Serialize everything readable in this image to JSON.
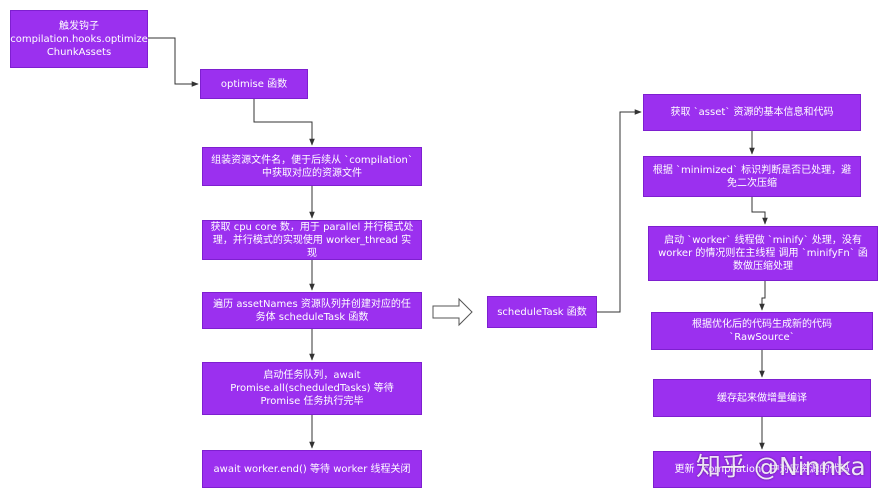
{
  "nodes": {
    "trigger": "触发钩子\ncompilation.hooks.optimize\nChunkAssets",
    "optimise": "optimise 函数",
    "assemble": "组装资源文件名，便于后续从 `compilation` 中获取对应的资源文件",
    "cpu": "获取 cpu core 数，用于 parallel 并行模式处理，并行模式的实现使用 worker_thread 实现",
    "traverse": "遍历 assetNames 资源队列并创建对应的任务体 scheduleTask 函数",
    "start_queue": "启动任务队列，await Promise.all(scheduledTasks) 等待 Promise 任务执行完毕",
    "worker_end": "await worker.end() 等待 worker 线程关闭",
    "schedule_task": "scheduleTask 函数",
    "get_info": "获取 `asset` 资源的基本信息和代码",
    "minimized": "根据 `minimized` 标识判断是否已处理，避免二次压缩",
    "start_worker": "启动 `worker` 线程做 `minify` 处理，没有 worker 的情况则在主线程 调用 `minifyFn` 函数做压缩处理",
    "raw_source": "根据优化后的代码生成新的代码 `RawSource`",
    "cache": "缓存起来做增量编译",
    "update": "更新 `compilation` 中对应资源的代码"
  },
  "watermark": "知乎 @Ninnka",
  "colors": {
    "node_fill": "#9b30ef",
    "node_border": "#7e1fd0",
    "node_text": "#ffffff",
    "edge": "#333333"
  }
}
